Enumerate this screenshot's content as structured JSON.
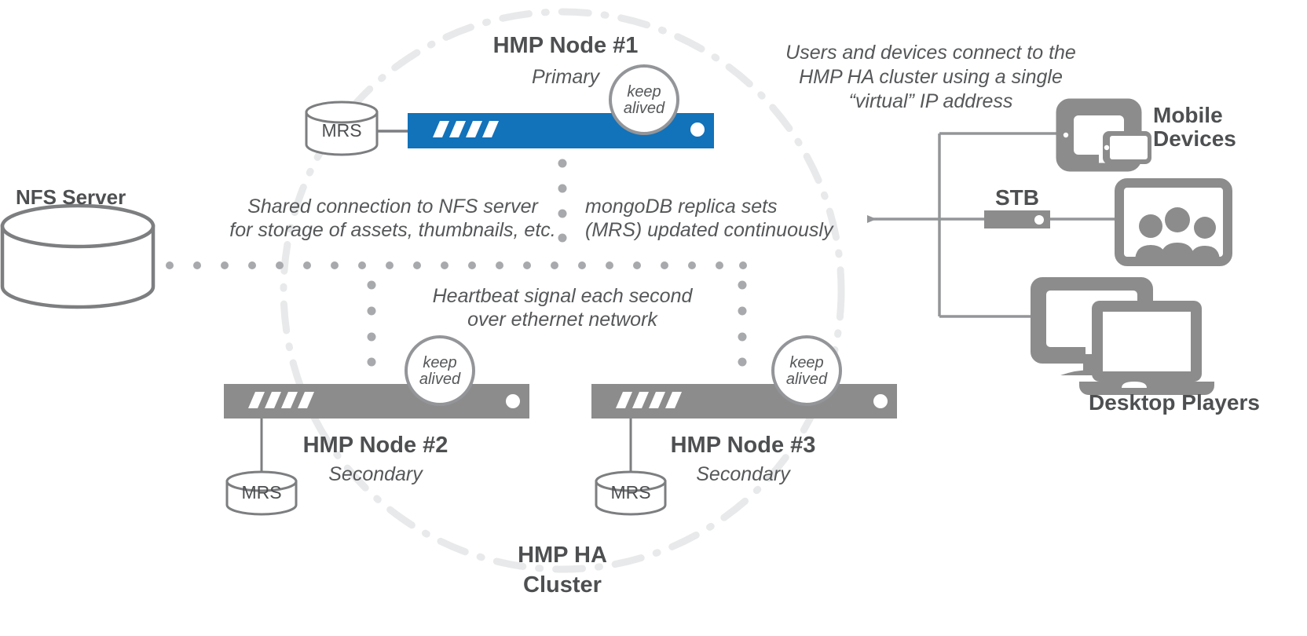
{
  "diagram": {
    "title": "HMP High Availability Cluster architecture",
    "colors": {
      "primary_blue": "#1272ba",
      "node_gray": "#8c8c8c",
      "text_gray": "#555759",
      "heading_gray": "#4d4f51",
      "line_gray": "#939598",
      "cluster_circle": "#e8e9ea",
      "dot_gray": "#a7a9ac",
      "white": "#ffffff"
    },
    "nodes": [
      {
        "id": "node1",
        "title": "HMP Node #1",
        "role": "Primary",
        "badge": "keep\nalived",
        "badge_line1": "keep",
        "badge_line2": "alived",
        "db_label": "MRS",
        "state": "primary"
      },
      {
        "id": "node2",
        "title": "HMP Node #2",
        "role": "Secondary",
        "badge_line1": "keep",
        "badge_line2": "alived",
        "db_label": "MRS",
        "state": "secondary"
      },
      {
        "id": "node3",
        "title": "HMP Node #3",
        "role": "Secondary",
        "badge_line1": "keep",
        "badge_line2": "alived",
        "db_label": "MRS",
        "state": "secondary"
      }
    ],
    "storage": {
      "label": "NFS Server"
    },
    "cluster_label_line1": "HMP HA",
    "cluster_label_line2": "Cluster",
    "annotations": {
      "nfs_line1": "Shared connection to NFS server",
      "nfs_line2": "for storage of assets, thumbnails, etc.",
      "mongo_line1": "mongoDB replica sets",
      "mongo_line2": "(MRS) updated continuously",
      "heartbeat_line1": "Heartbeat signal each second",
      "heartbeat_line2": "over ethernet network",
      "clients_line1": "Users and devices connect to the",
      "clients_line2": "HMP HA cluster using a single",
      "clients_line3": "“virtual” IP address"
    },
    "clients": [
      {
        "id": "mobile",
        "label_line1": "Mobile",
        "label_line2": "Devices",
        "icon": "tablet-phone-icon"
      },
      {
        "id": "stb",
        "label": "STB",
        "icon": "set-top-box-icon"
      },
      {
        "id": "tv",
        "label": "",
        "icon": "tv-viewers-icon"
      },
      {
        "id": "desktop",
        "label": "Desktop Players",
        "icon": "monitor-laptop-icon"
      }
    ]
  }
}
